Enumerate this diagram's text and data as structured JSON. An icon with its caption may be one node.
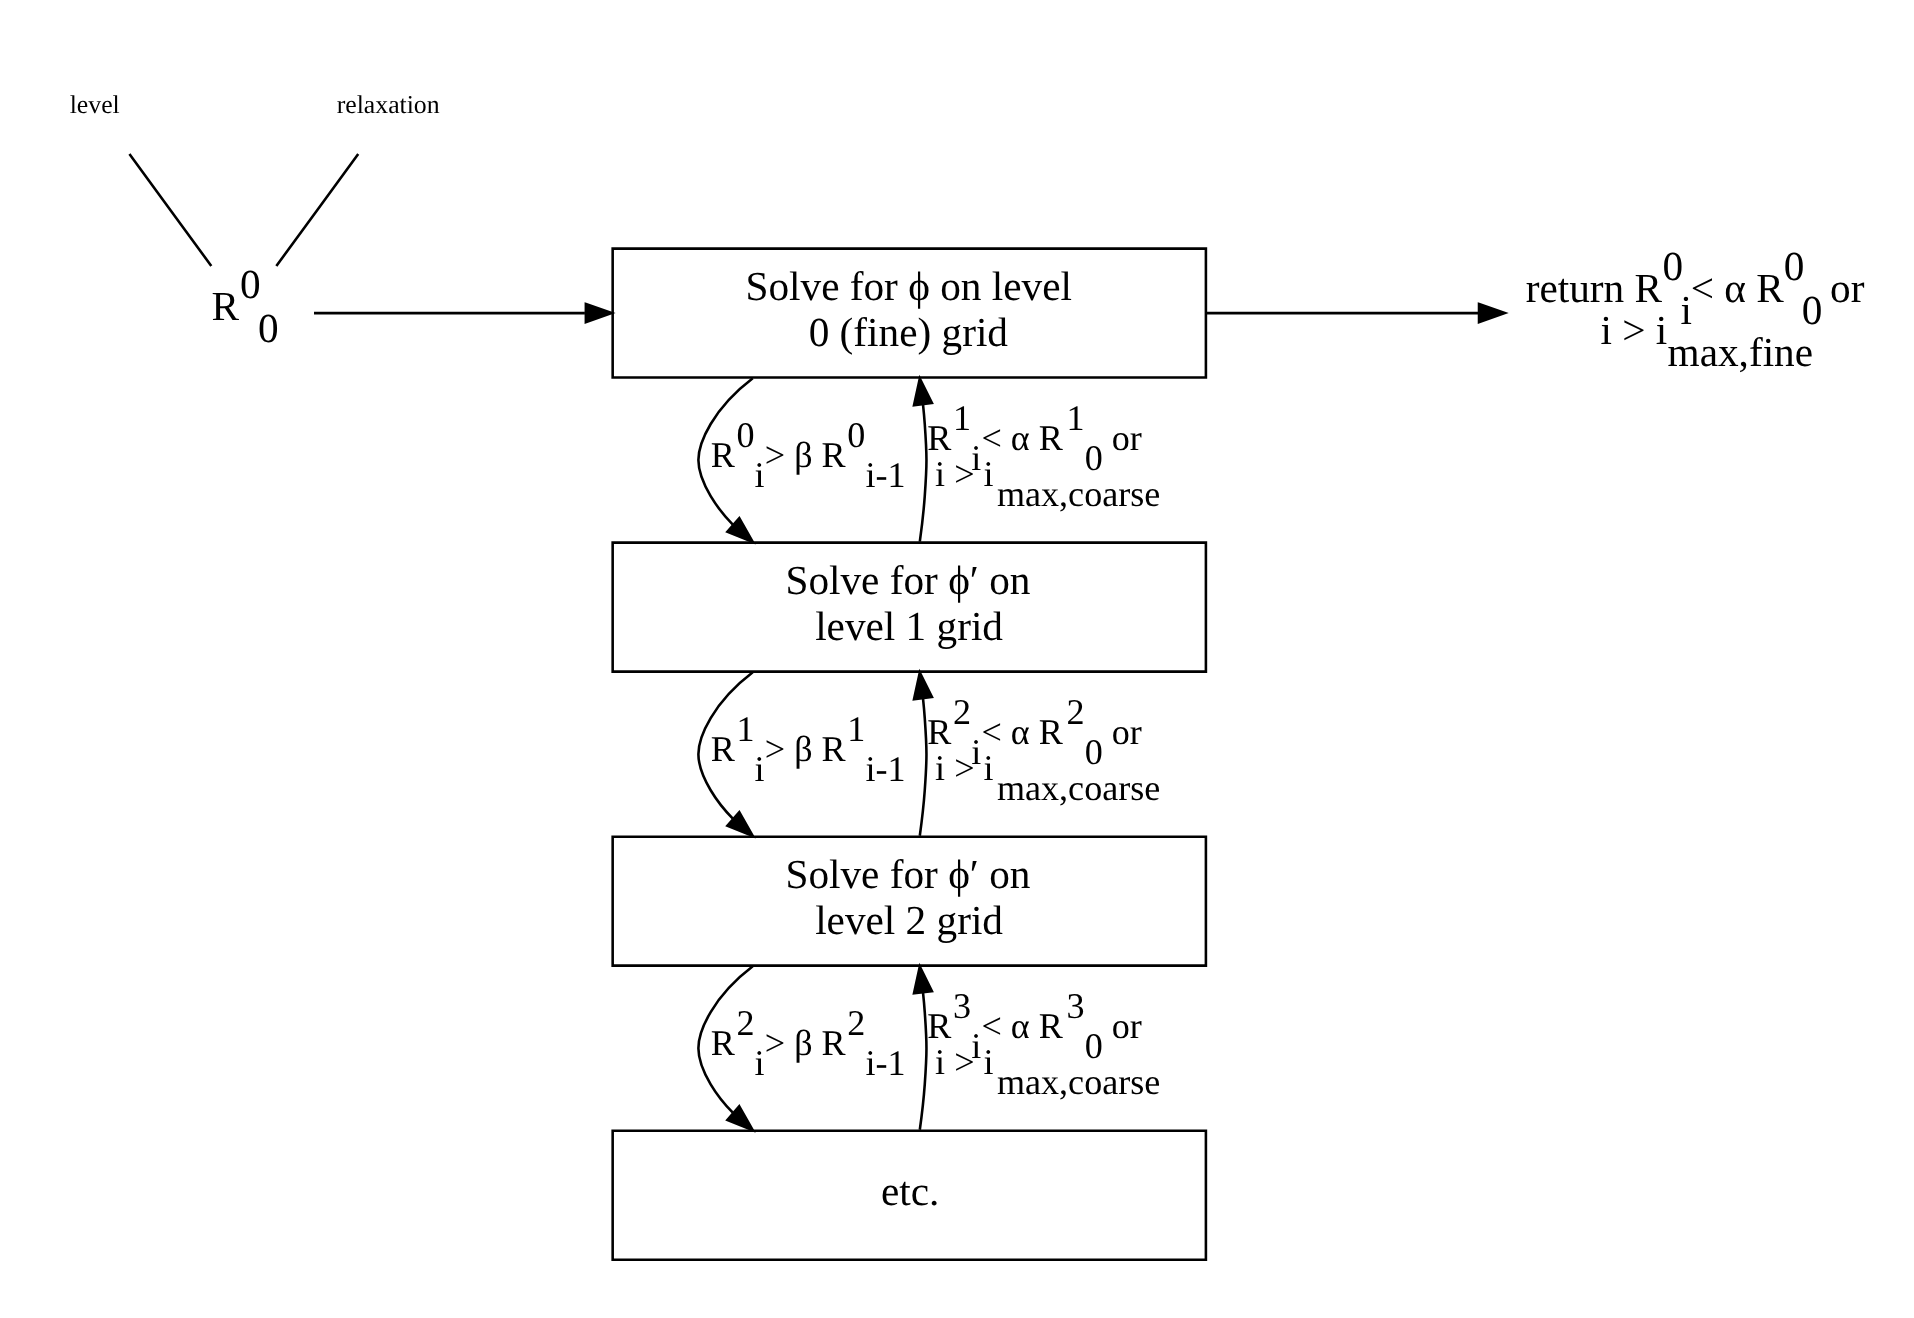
{
  "diagram": {
    "nodes": [
      {
        "text": [
          "level"
        ]
      },
      {
        "text": [
          "relaxation"
        ]
      },
      {
        "text": [
          "R$^{0}$$_{0}$"
        ]
      },
      {
        "text": [
          "Solve for ϕ on level 0 (fine) grid"
        ]
      },
      {
        "text": [
          "Solve for ϕ′ on level 1 grid"
        ]
      },
      {
        "text": [
          "Solve for ϕ′ on level 2 grid"
        ]
      },
      {
        "text": [
          "etc."
        ]
      },
      {
        "text": [
          "return R$^{0}$$_{i}$< α R$^{0}$$_{0}$ or i > i$_{max,fine}$"
        ]
      }
    ],
    "edges": [
      {
        "from": 0,
        "to": 2,
        "arrow": "none"
      },
      {
        "from": 1,
        "to": 2,
        "arrow": "none"
      },
      {
        "from": 2,
        "to": 3,
        "arrow": "to"
      },
      {
        "from": 3,
        "to": 7,
        "arrow": "to"
      },
      {
        "from": 3,
        "to": 4,
        "arrow": "to",
        "label": "R$^{0}$$_{i}$> β R$^{0}$$_{i-1}$"
      },
      {
        "from": 4,
        "to": 3,
        "arrow": "to",
        "label": "R$^{1}$$_{i}$< α R$^{1}$$_{0}$ or i > i$_{max,coarse}$"
      },
      {
        "from": 4,
        "to": 5,
        "arrow": "to",
        "label": "R$^{1}$$_{i}$> β R$^{1}$$_{i-1}$"
      },
      {
        "from": 5,
        "to": 4,
        "arrow": "to",
        "label": "R$^{2}$$_{i}$< α R$^{2}$$_{0}$ or i > i$_{max,coarse}$"
      },
      {
        "from": 5,
        "to": 6,
        "arrow": "to",
        "label": "R$^{2}$$_{i}$> β R$^{2}$$_{i-1}$"
      },
      {
        "from": 6,
        "to": 5,
        "arrow": "to",
        "label": "R$^{3}$$_{i}$< α R$^{3}$$_{0}$ or i > i$_{max,coarse}$"
      }
    ]
  }
}
